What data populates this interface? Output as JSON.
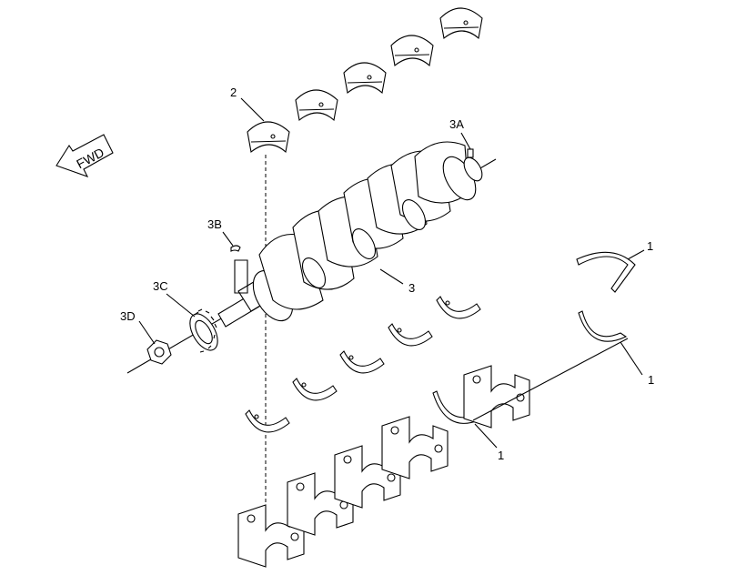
{
  "diagram": {
    "direction_label": "FWD",
    "callouts": [
      {
        "id": "2",
        "text": "2"
      },
      {
        "id": "3A",
        "text": "3A"
      },
      {
        "id": "3B",
        "text": "3B"
      },
      {
        "id": "3C",
        "text": "3C"
      },
      {
        "id": "3D",
        "text": "3D"
      },
      {
        "id": "3",
        "text": "3"
      },
      {
        "id": "1a",
        "text": "1"
      },
      {
        "id": "1b",
        "text": "1"
      },
      {
        "id": "1c",
        "text": "1"
      }
    ]
  }
}
